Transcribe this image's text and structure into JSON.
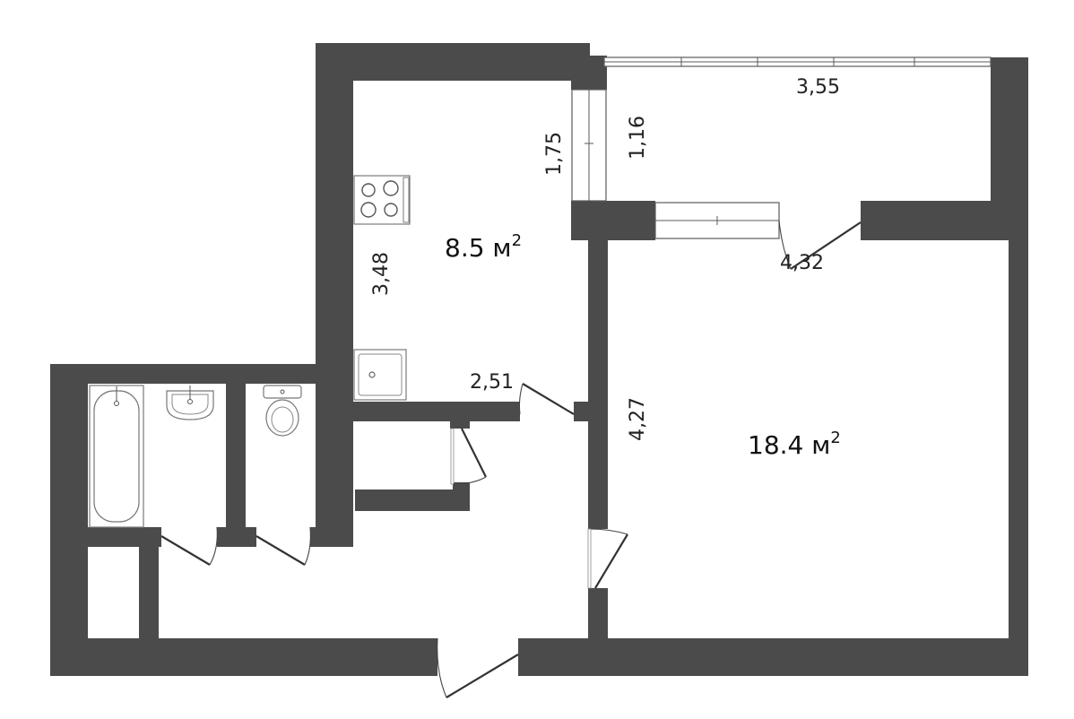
{
  "rooms": {
    "kitchen": {
      "area_value": "8.5 м",
      "area_sup": "2"
    },
    "living": {
      "area_value": "18.4 м",
      "area_sup": "2"
    }
  },
  "dimensions": {
    "balcony_width": "3,55",
    "balcony_depth": "1,16",
    "kitchen_window_side": "1,75",
    "kitchen_length": "3,48",
    "kitchen_width": "2,51",
    "living_width": "4,32",
    "living_length": "4,27"
  }
}
